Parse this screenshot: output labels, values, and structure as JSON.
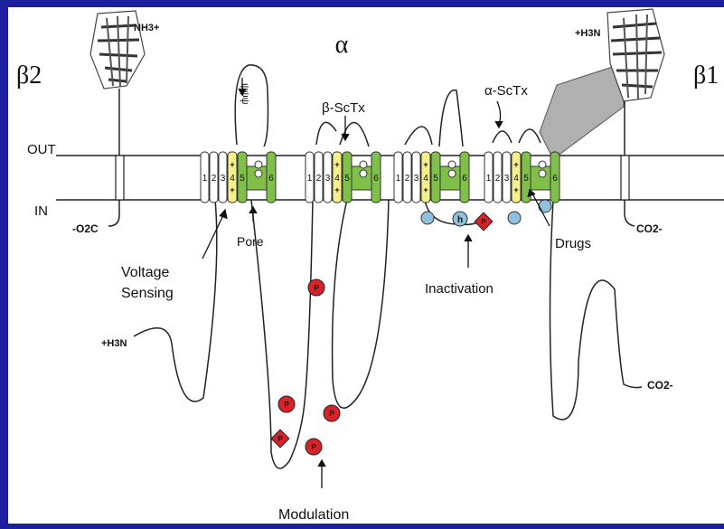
{
  "labels": {
    "alpha": "α",
    "beta2": "β2",
    "beta1": "β1",
    "out": "OUT",
    "in": "IN",
    "nh3_top": "NH3+",
    "h3n_top": "+H3N",
    "h3n_left": "+H3N",
    "o2c_left": "-O2C",
    "co2_mid": "CO2-",
    "co2_right": "CO2-",
    "pore": "Pore",
    "voltage1": "Voltage",
    "voltage2": "Sensing",
    "beta_sctx": "β-ScTx",
    "alpha_sctx": "α-ScTx",
    "inactivation": "Inactivation",
    "drugs": "Drugs",
    "modulation": "Modulation",
    "carb": "ψψψ",
    "h_gate": "h",
    "p": "P",
    "plus": "+",
    "segments": [
      "1",
      "2",
      "3",
      "4",
      "5",
      "6"
    ]
  },
  "colors": {
    "background": "#1c1f9e",
    "panel": "#ffffff",
    "voltage_sensor": "#f5f08a",
    "pore_segment": "#7fbf4a",
    "phospho": "#d8222a",
    "drug_site": "#8fc0dc",
    "extracellular_shading": "#b0b0b0"
  }
}
